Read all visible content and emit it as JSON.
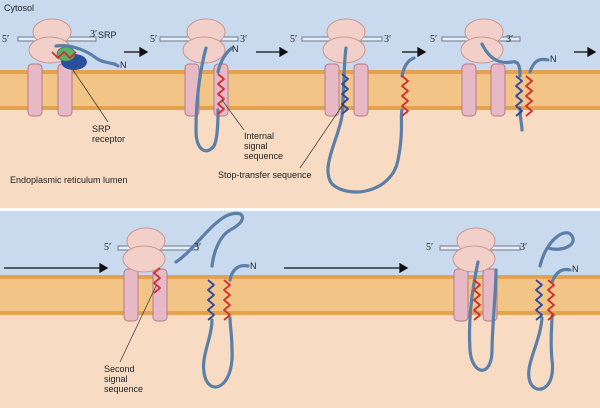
{
  "labels": {
    "cytosol": "Cytosol",
    "srp": "SRP",
    "srp_receptor": "SRP receptor",
    "internal_signal_sequence": "Internal signal sequence",
    "stop_transfer_sequence": "Stop-transfer sequence",
    "er_lumen": "Endoplasmic reticulum lumen",
    "second_signal_sequence": "Second signal sequence",
    "five_prime": "5′",
    "three_prime": "3′",
    "n_terminus": "N"
  },
  "colors": {
    "cytosol": "#c9d9ee",
    "lumen": "#f7dcc3",
    "membrane": "#f2c486",
    "membrane_edge": "#e2a252",
    "translocon": "#e7b9c6",
    "ribosome": "#f3cfc9",
    "polypeptide": "#5c7fa8",
    "signal_red": "#d03030",
    "stop_blue": "#2b4aa6",
    "srp_green": "#5fae6a",
    "srp_receptor_blue": "#2a4fa0"
  }
}
